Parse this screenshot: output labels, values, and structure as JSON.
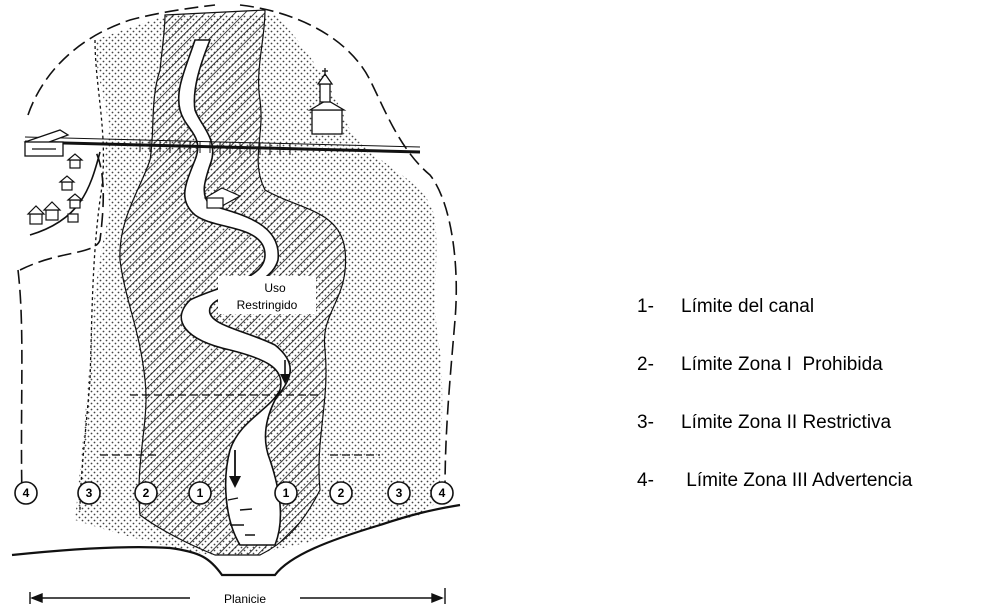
{
  "figure": {
    "inner_label_line1": "Uso",
    "inner_label_line2": "Restringido",
    "bottom_label": "Planicie",
    "markers": [
      "4",
      "3",
      "2",
      "1",
      "1",
      "2",
      "3",
      "4"
    ]
  },
  "legend": {
    "items": [
      {
        "num": "1-",
        "text": "Límite del canal"
      },
      {
        "num": "2-",
        "text": "Límite Zona I  Prohibida"
      },
      {
        "num": "3-",
        "text": "Límite Zona II Restrictiva"
      },
      {
        "num": "4-",
        "text": " Límite Zona III Advertencia"
      }
    ]
  }
}
